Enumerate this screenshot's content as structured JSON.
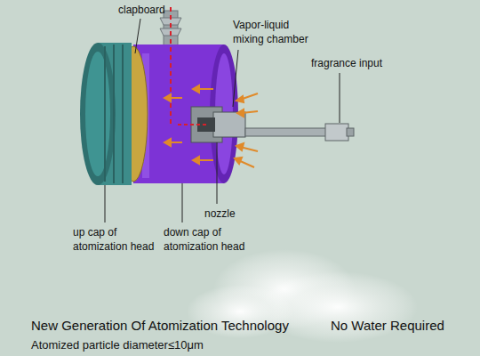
{
  "diagram": {
    "labels": [
      "clapboard",
      "Vapor-liquid mixing chamber",
      "fragrance input",
      "nozzle",
      "up cap of atomization head",
      "down cap of atomization head",
      "New Generation Of Atomization Technology",
      "No Water Required",
      "Atomized particle diameter≤10μm"
    ]
  }
}
